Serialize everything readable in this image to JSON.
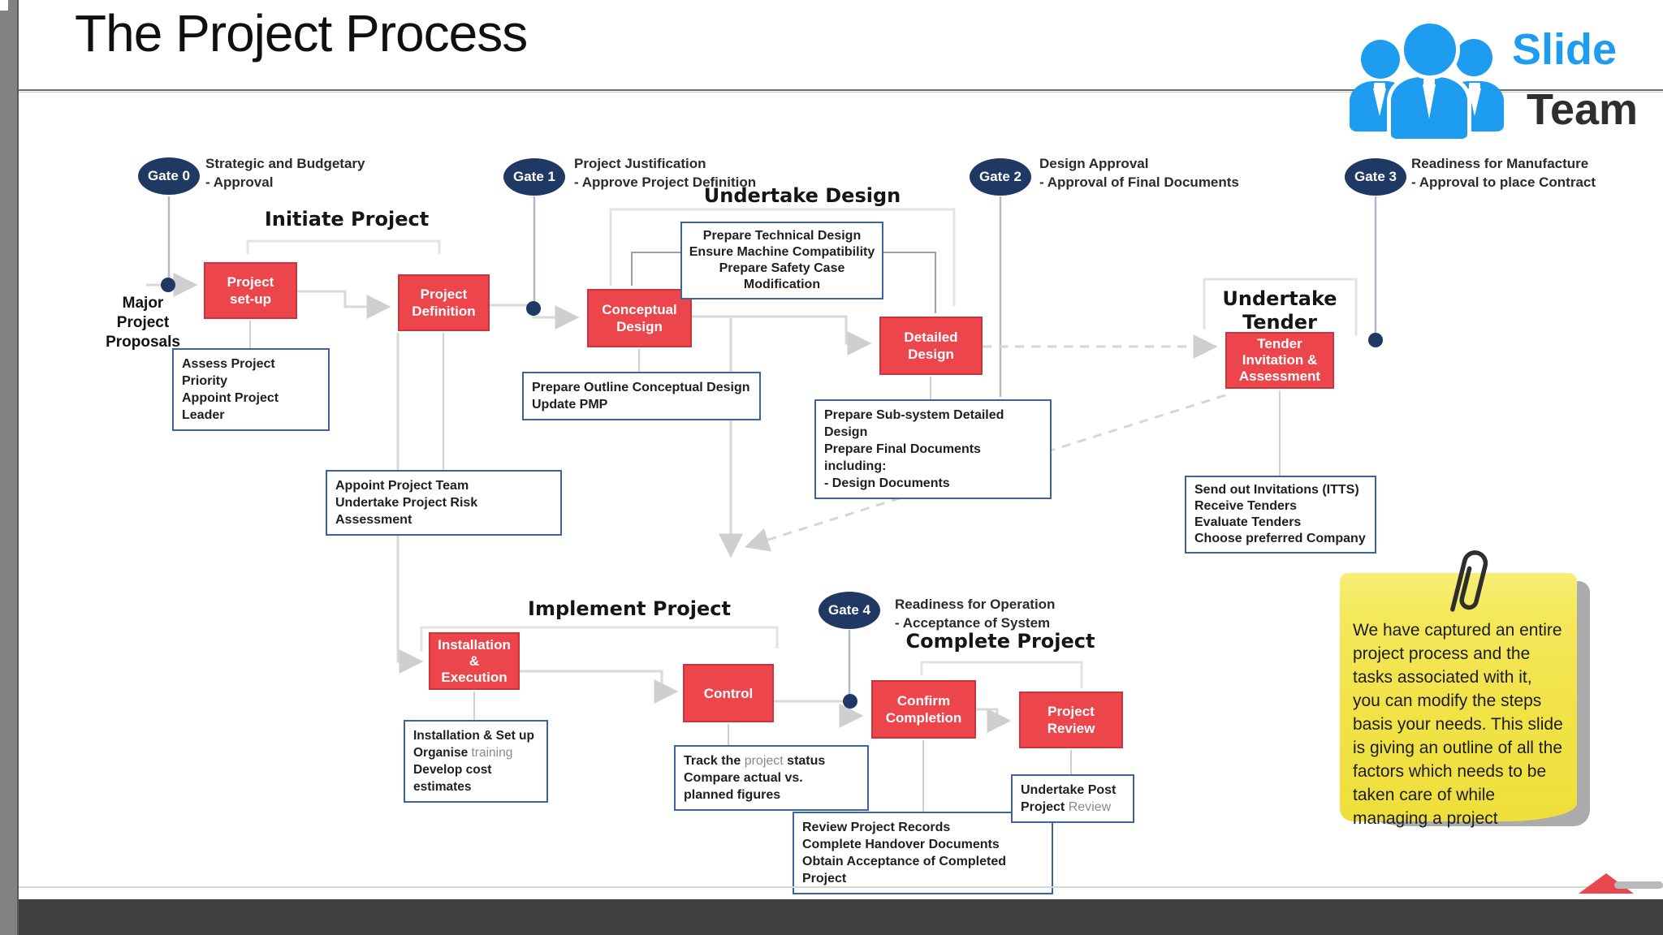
{
  "page": {
    "title": "The Project Process"
  },
  "logo": {
    "slide": "Slide",
    "team": "Team"
  },
  "colors": {
    "accent_red": "#EC454C",
    "gate_navy": "#1F3864",
    "note_border": "#3A64A0",
    "logo_blue": "#1E9CEF",
    "sticky_yellow": "#F1E247",
    "connector_gray": "#D9D9D9"
  },
  "gates": [
    {
      "label": "Gate 0",
      "note_line1": "Strategic and Budgetary",
      "note_line2": "- Approval"
    },
    {
      "label": "Gate 1",
      "note_line1": "Project Justification",
      "note_line2": "- Approve Project Definition"
    },
    {
      "label": "Gate 2",
      "note_line1": "Design Approval",
      "note_line2": "- Approval of Final Documents"
    },
    {
      "label": "Gate 3",
      "note_line1": "Readiness for Manufacture",
      "note_line2": "- Approval to place Contract"
    },
    {
      "label": "Gate 4",
      "note_line1": "Readiness for Operation",
      "note_line2": "- Acceptance of System"
    }
  ],
  "headers": {
    "initiate": "Initiate Project",
    "design": "Undertake Design",
    "tender_line1": "Undertake",
    "tender_line2": "Tender",
    "implement": "Implement Project",
    "complete": "Complete Project"
  },
  "start": {
    "line1": "Major",
    "line2": "Project",
    "line3": "Proposals"
  },
  "steps": {
    "project_setup": {
      "line1": "Project",
      "line2": "set-up"
    },
    "project_definition": {
      "line1": "Project",
      "line2": "Definition"
    },
    "conceptual_design": {
      "line1": "Conceptual",
      "line2": "Design"
    },
    "detailed_design": {
      "line1": "Detailed",
      "line2": "Design"
    },
    "tender": {
      "line1": "Tender",
      "line2": "Invitation &",
      "line3": "Assessment"
    },
    "installation": {
      "line1": "Installation",
      "line2": "&",
      "line3": "Execution"
    },
    "control": {
      "line1": "Control"
    },
    "confirm_completion": {
      "line1": "Confirm",
      "line2": "Completion"
    },
    "project_review": {
      "line1": "Project",
      "line2": "Review"
    }
  },
  "annotations": {
    "assess": {
      "line1": "Assess Project Priority",
      "line2": "Appoint Project Leader"
    },
    "outline": {
      "line1": "Prepare Outline Conceptual Design",
      "line2": "Update PMP"
    },
    "technical": {
      "line1": "Prepare Technical Design",
      "line2": "Ensure Machine Compatibility",
      "line3": "Prepare Safety Case",
      "line4": "Modification"
    },
    "subsystem": {
      "line1": "Prepare Sub-system Detailed Design",
      "line2": "Prepare Final Documents including:",
      "line3": "- Design Documents"
    },
    "appoint": {
      "line1": "Appoint Project Team",
      "line2": "Undertake Project Risk Assessment"
    },
    "send": {
      "line1": "Send out Invitations (ITTS)",
      "line2": "Receive Tenders",
      "line3": "Evaluate Tenders",
      "line4": "Choose preferred Company"
    },
    "install": {
      "line1": "Installation & Set up",
      "line2a": "Organise ",
      "line2b": "training",
      "line3": "Develop cost estimates"
    },
    "track": {
      "line1a": "Track the ",
      "line1b": "project ",
      "line1c": "status",
      "line2": "Compare actual vs.",
      "line3": "planned figures"
    },
    "records": {
      "line1": "Review Project Records",
      "line2": "Complete Handover Documents",
      "line3": "Obtain Acceptance of Completed Project"
    },
    "post": {
      "line1": "Undertake Post",
      "line2a": "Project ",
      "line2b": "Review"
    }
  },
  "sticky_note": {
    "text": "We have captured an entire project process and the tasks associated with it, you can modify the steps basis your needs. This slide is giving an outline of all the factors which needs to be taken care of while managing a project"
  }
}
